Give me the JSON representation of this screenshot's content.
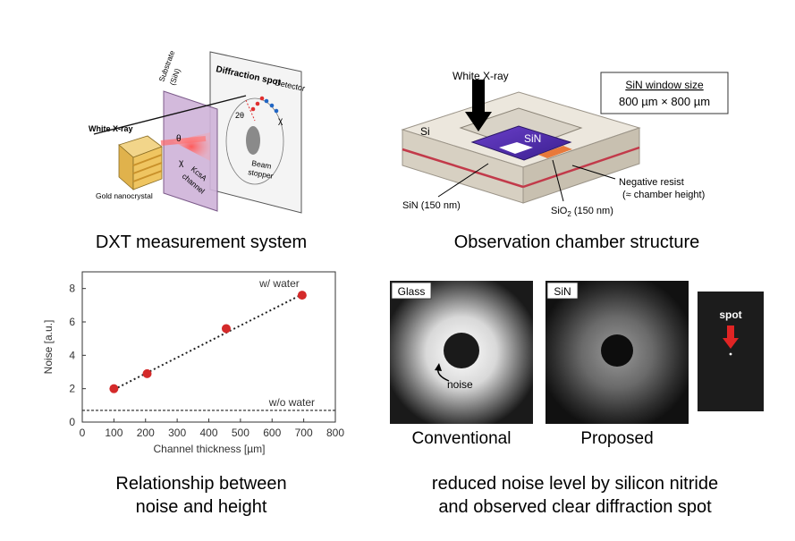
{
  "dxt": {
    "caption": "DXT measurement system",
    "labels": {
      "diffraction_spot": "Diffraction spot",
      "detector": "Detector",
      "substrate": "Substrate",
      "substrate_sub": "(SiN)",
      "white_xray": "White X-ray",
      "gold": "Gold nanocrystal",
      "theta": "θ",
      "two_theta": "2θ",
      "chi": "χ",
      "chi2": "χ",
      "kcsa": "KcsA",
      "channel": "channel",
      "beam": "Beam",
      "stopper": "stopper"
    }
  },
  "chamber": {
    "caption": "Observation chamber structure",
    "labels": {
      "white_xray": "White X-ray",
      "window_title": "SiN window size",
      "window_size": "800 µm × 800 µm",
      "si": "Si",
      "sin": "SiN",
      "neg_resist": "Negative resist",
      "neg_resist_sub": "(≈ chamber height)",
      "sin_150": "SiN (150 nm)",
      "sio2_pre": "SiO",
      "sio2_sub": "2",
      "sio2_post": " (150 nm)"
    }
  },
  "plot": {
    "caption_line1": "Relationship between",
    "caption_line2": "noise and height"
  },
  "chart_data": {
    "type": "scatter",
    "xlabel": "Channel thickness [µm]",
    "ylabel": "Noise [a.u.]",
    "xlim": [
      0,
      800
    ],
    "ylim": [
      0,
      9
    ],
    "xticks": [
      0,
      100,
      200,
      300,
      400,
      500,
      600,
      700,
      800
    ],
    "yticks": [
      0,
      2,
      4,
      6,
      8
    ],
    "series": [
      {
        "name": "w/ water",
        "color": "#d42a2a",
        "points": [
          [
            100,
            2.0
          ],
          [
            205,
            2.9
          ],
          [
            455,
            5.6
          ],
          [
            695,
            7.6
          ]
        ]
      }
    ],
    "fit_line": [
      [
        100,
        1.95
      ],
      [
        700,
        7.7
      ]
    ],
    "baseline": {
      "label": "w/o water",
      "y": 0.7
    },
    "annotations": {
      "with_water": "w/ water"
    },
    "grid": false
  },
  "images": {
    "glass_label": "Glass",
    "sin_label": "SiN",
    "noise_label": "noise",
    "spot_label": "spot",
    "conventional": "Conventional",
    "proposed": "Proposed",
    "caption_line1": "reduced noise level by silicon nitride",
    "caption_line2": "and observed clear diffraction spot"
  }
}
